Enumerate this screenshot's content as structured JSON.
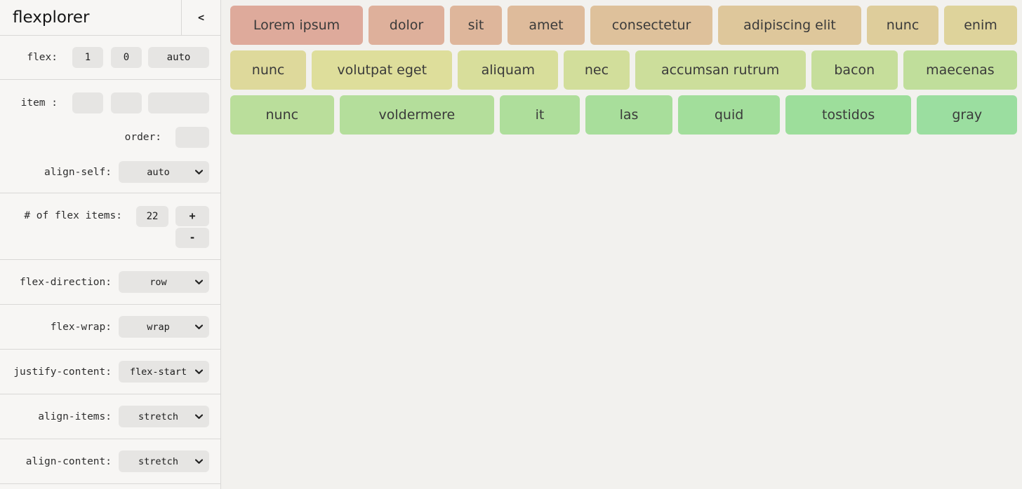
{
  "app": {
    "title": "flexplorer",
    "collapse_button": "<"
  },
  "sidebar": {
    "flex_row": {
      "label": "flex:",
      "grow": "1",
      "shrink": "0",
      "basis": "auto"
    },
    "item_row": {
      "label": "item :",
      "grow": "",
      "shrink": "",
      "basis": ""
    },
    "order_row": {
      "label": "order:",
      "value": ""
    },
    "align_self": {
      "label": "align-self:",
      "value": "auto"
    },
    "item_count": {
      "label": "# of flex items:",
      "value": "22",
      "increment_label": "+",
      "decrement_label": "-"
    },
    "flex_direction": {
      "label": "flex-direction:",
      "value": "row"
    },
    "flex_wrap": {
      "label": "flex-wrap:",
      "value": "wrap"
    },
    "justify_content": {
      "label": "justify-content:",
      "value": "flex-start"
    },
    "align_items": {
      "label": "align-items:",
      "value": "stretch"
    },
    "align_content": {
      "label": "align-content:",
      "value": "stretch"
    }
  },
  "colors": {
    "sidebar_bg": "#f7f6f4",
    "main_bg": "#f2f1ee",
    "divider": "#d9d8d6",
    "control_bg": "#e6e5e3",
    "item_text": "#3a3a3a"
  },
  "flex_items": [
    {
      "label": "Lorem ipsum",
      "color": "#deaa9b",
      "basis": 180
    },
    {
      "label": "dolor",
      "color": "#deb09b",
      "basis": 99
    },
    {
      "label": "sit",
      "color": "#deb69b",
      "basis": 65
    },
    {
      "label": "amet",
      "color": "#debb9b",
      "basis": 101
    },
    {
      "label": "consectetur",
      "color": "#dec19b",
      "basis": 165
    },
    {
      "label": "adipiscing elit",
      "color": "#dec79b",
      "basis": 195
    },
    {
      "label": "nunc",
      "color": "#decd9b",
      "basis": 93
    },
    {
      "label": "enim",
      "color": "#ded39b",
      "basis": 95
    },
    {
      "label": "nunc",
      "color": "#ded99b",
      "basis": 100
    },
    {
      "label": "volutpat eget",
      "color": "#dede9b",
      "basis": 192
    },
    {
      "label": "aliquam",
      "color": "#d8de9b",
      "basis": 135
    },
    {
      "label": "nec",
      "color": "#d2de9b",
      "basis": 85
    },
    {
      "label": "accumsan rutrum",
      "color": "#ccde9b",
      "basis": 235
    },
    {
      "label": "bacon",
      "color": "#c6de9b",
      "basis": 115
    },
    {
      "label": "maecenas",
      "color": "#c0de9b",
      "basis": 154
    },
    {
      "label": "nunc",
      "color": "#bade9b",
      "basis": 139
    },
    {
      "label": "voldermere",
      "color": "#b4de9b",
      "basis": 212
    },
    {
      "label": "it",
      "color": "#aede9b",
      "basis": 105
    },
    {
      "label": "las",
      "color": "#a8de9b",
      "basis": 116
    },
    {
      "label": "quid",
      "color": "#a2de9b",
      "basis": 136
    },
    {
      "label": "tostidos",
      "color": "#9dde9b",
      "basis": 171
    },
    {
      "label": "gray",
      "color": "#9bdea0",
      "basis": 134
    }
  ]
}
